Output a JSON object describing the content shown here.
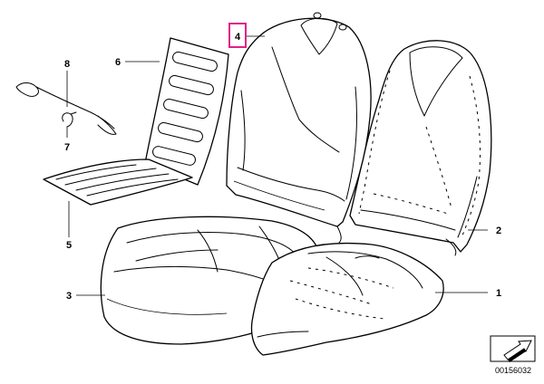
{
  "diagram": {
    "reference_id": "00156032",
    "highlight_color": "#e0218a",
    "highlighted_part": "4",
    "callouts": {
      "seat_cushion_foam": "1",
      "backrest_foam": "2",
      "seat_cover": "3",
      "backrest_cover": "4",
      "cushion_heater_mat": "5",
      "backrest_heater_mat": "6",
      "clip": "7",
      "wire": "8"
    },
    "icons": {
      "navigation": "arrow-icon"
    }
  }
}
